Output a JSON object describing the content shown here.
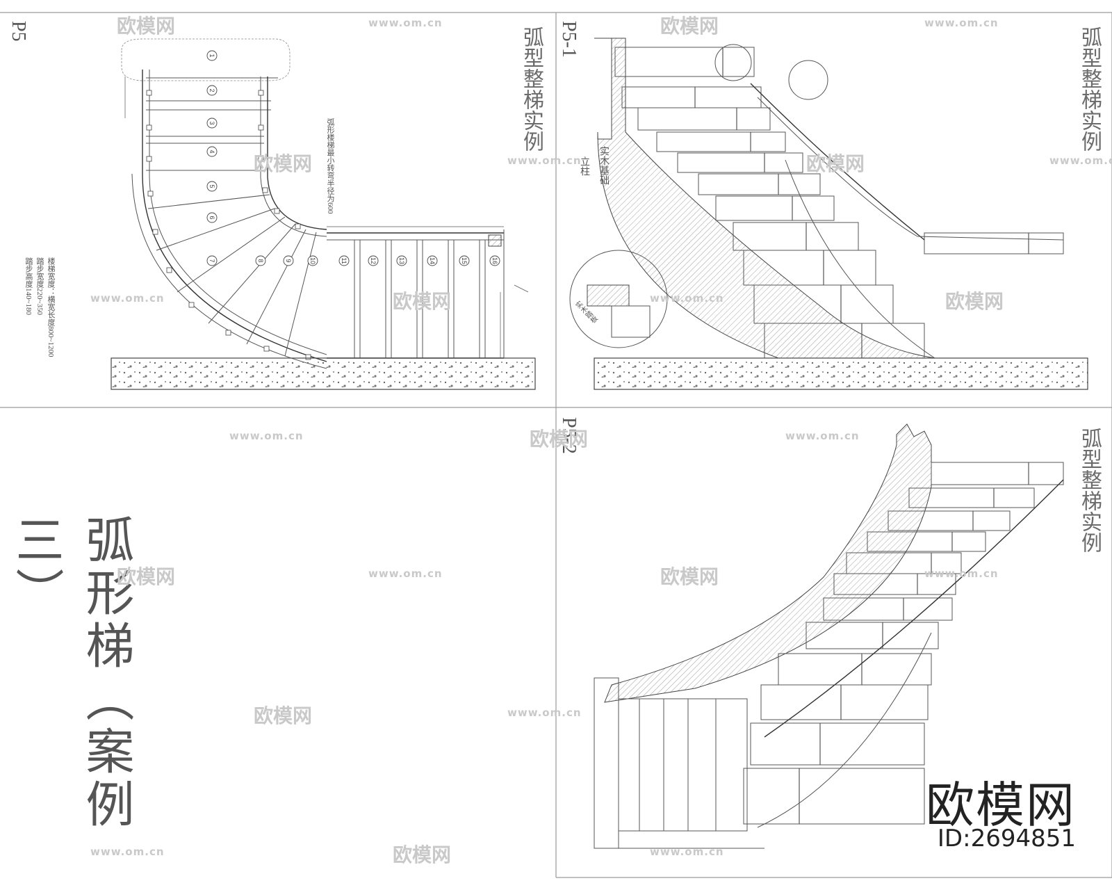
{
  "sheets": {
    "p5": {
      "id": "P5",
      "title": "弧型整梯实例"
    },
    "p5_1": {
      "id": "P5-1",
      "title": "弧型整梯实例"
    },
    "p5_2": {
      "id": "P5-2",
      "title": "弧型整梯实例"
    }
  },
  "notes": {
    "p5_spec": [
      "楼梯宽度：横宽长度800~1200",
      "踏步宽度220~350",
      "踏步高度140~180"
    ],
    "p5_turn": "弧形楼梯最小转弯半径为600",
    "p5_1_solid": "实木踏板",
    "p5_1_base": "实木基础",
    "p5_1_stringer": "立柱"
  },
  "step_numbers": [
    "1",
    "2",
    "3",
    "4",
    "5",
    "6",
    "7",
    "8",
    "9",
    "10",
    "11",
    "12",
    "13",
    "14",
    "15",
    "16"
  ],
  "big_title": "弧形梯（案例三）",
  "logo": {
    "name": "欧模网",
    "id": "ID:2694851"
  },
  "watermark": {
    "brand": "欧模网",
    "url": "www.om.cn"
  }
}
